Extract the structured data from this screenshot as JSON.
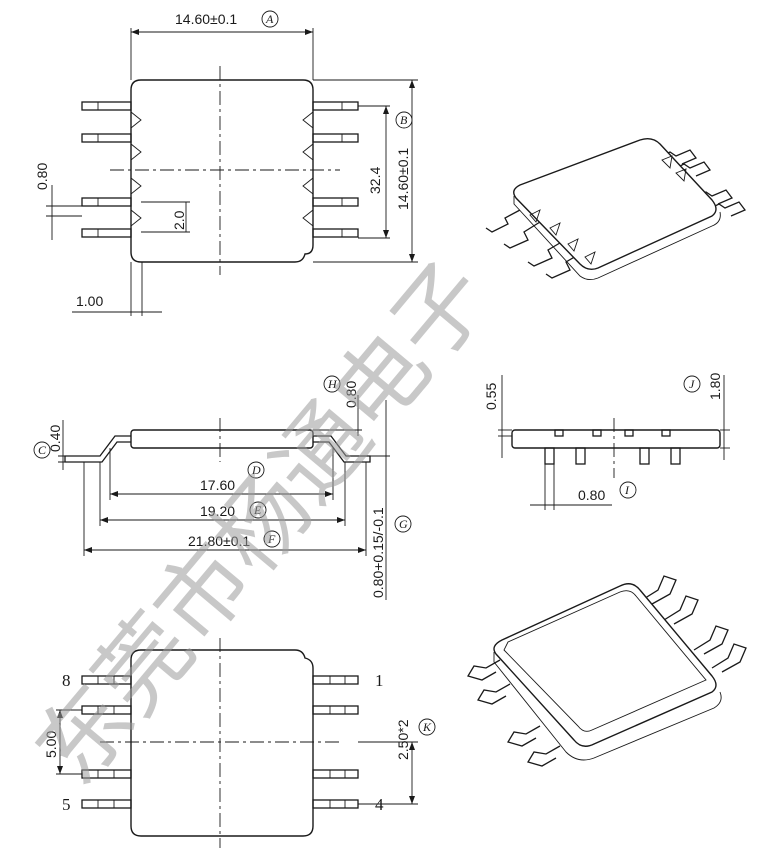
{
  "dimensions": {
    "width_a": "14.60±0.1",
    "height_b": "14.60±0.1",
    "span_32": "32.4",
    "pitch_080": "0.80",
    "gap_20": "2.0",
    "lead_100": "1.00",
    "thick_040": "0.40",
    "lead_h_080": "0.80",
    "d_1760": "17.60",
    "e_1920": "19.20",
    "f_2180": "21.80±0.1",
    "g_tol": "0.80+0.15/-0.1",
    "j_055": "0.55",
    "j_180": "1.80",
    "i_080": "0.80",
    "k_250": "2.50*2",
    "bot_500": "5.00"
  },
  "callouts": {
    "A": "A",
    "B": "B",
    "C": "C",
    "D": "D",
    "E": "E",
    "F": "F",
    "G": "G",
    "H": "H",
    "I": "I",
    "J": "J",
    "K": "K"
  },
  "pins": {
    "p1": "1",
    "p4": "4",
    "p5": "5",
    "p8": "8"
  },
  "watermark": "东莞市杨通电子"
}
